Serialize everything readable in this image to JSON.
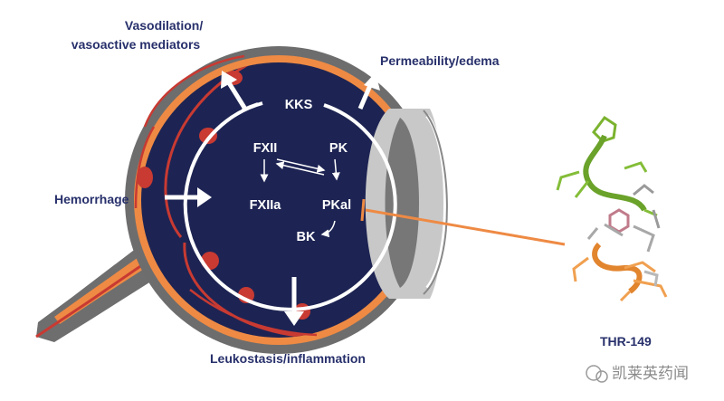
{
  "labels": {
    "vasodilation": [
      "Vasodilation/",
      "vasoactive mediators"
    ],
    "permeability": "Permeability/edema",
    "hemorrhage": "Hemorrhage",
    "leukostasis": "Leukostasis/inflammation",
    "molecule": "THR-149"
  },
  "pathway": {
    "kks": "KKS",
    "fxii": "FXII",
    "pk": "PK",
    "fxiia": "FXIIa",
    "pkal": "PKal",
    "bk": "BK"
  },
  "watermark": "凯莱英药闻",
  "colors": {
    "navy": "#1d2453",
    "orange": "#ee8a44",
    "gray": "#6d6d6d",
    "text": "#27306b",
    "vessel": "#c83a32"
  }
}
